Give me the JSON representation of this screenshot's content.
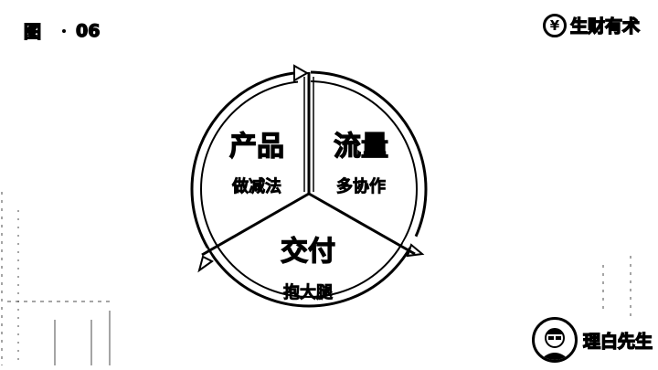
{
  "figure_label": {
    "prefix": "图",
    "number": "06"
  },
  "brand": {
    "logo_glyph": "¥",
    "name": "生财有术"
  },
  "author": {
    "name": "理白先生"
  },
  "cycle": {
    "segments": [
      {
        "title": "产品",
        "subtitle": "做减法"
      },
      {
        "title": "流量",
        "subtitle": "多协作"
      },
      {
        "title": "交付",
        "subtitle": "抱大腿"
      }
    ]
  }
}
